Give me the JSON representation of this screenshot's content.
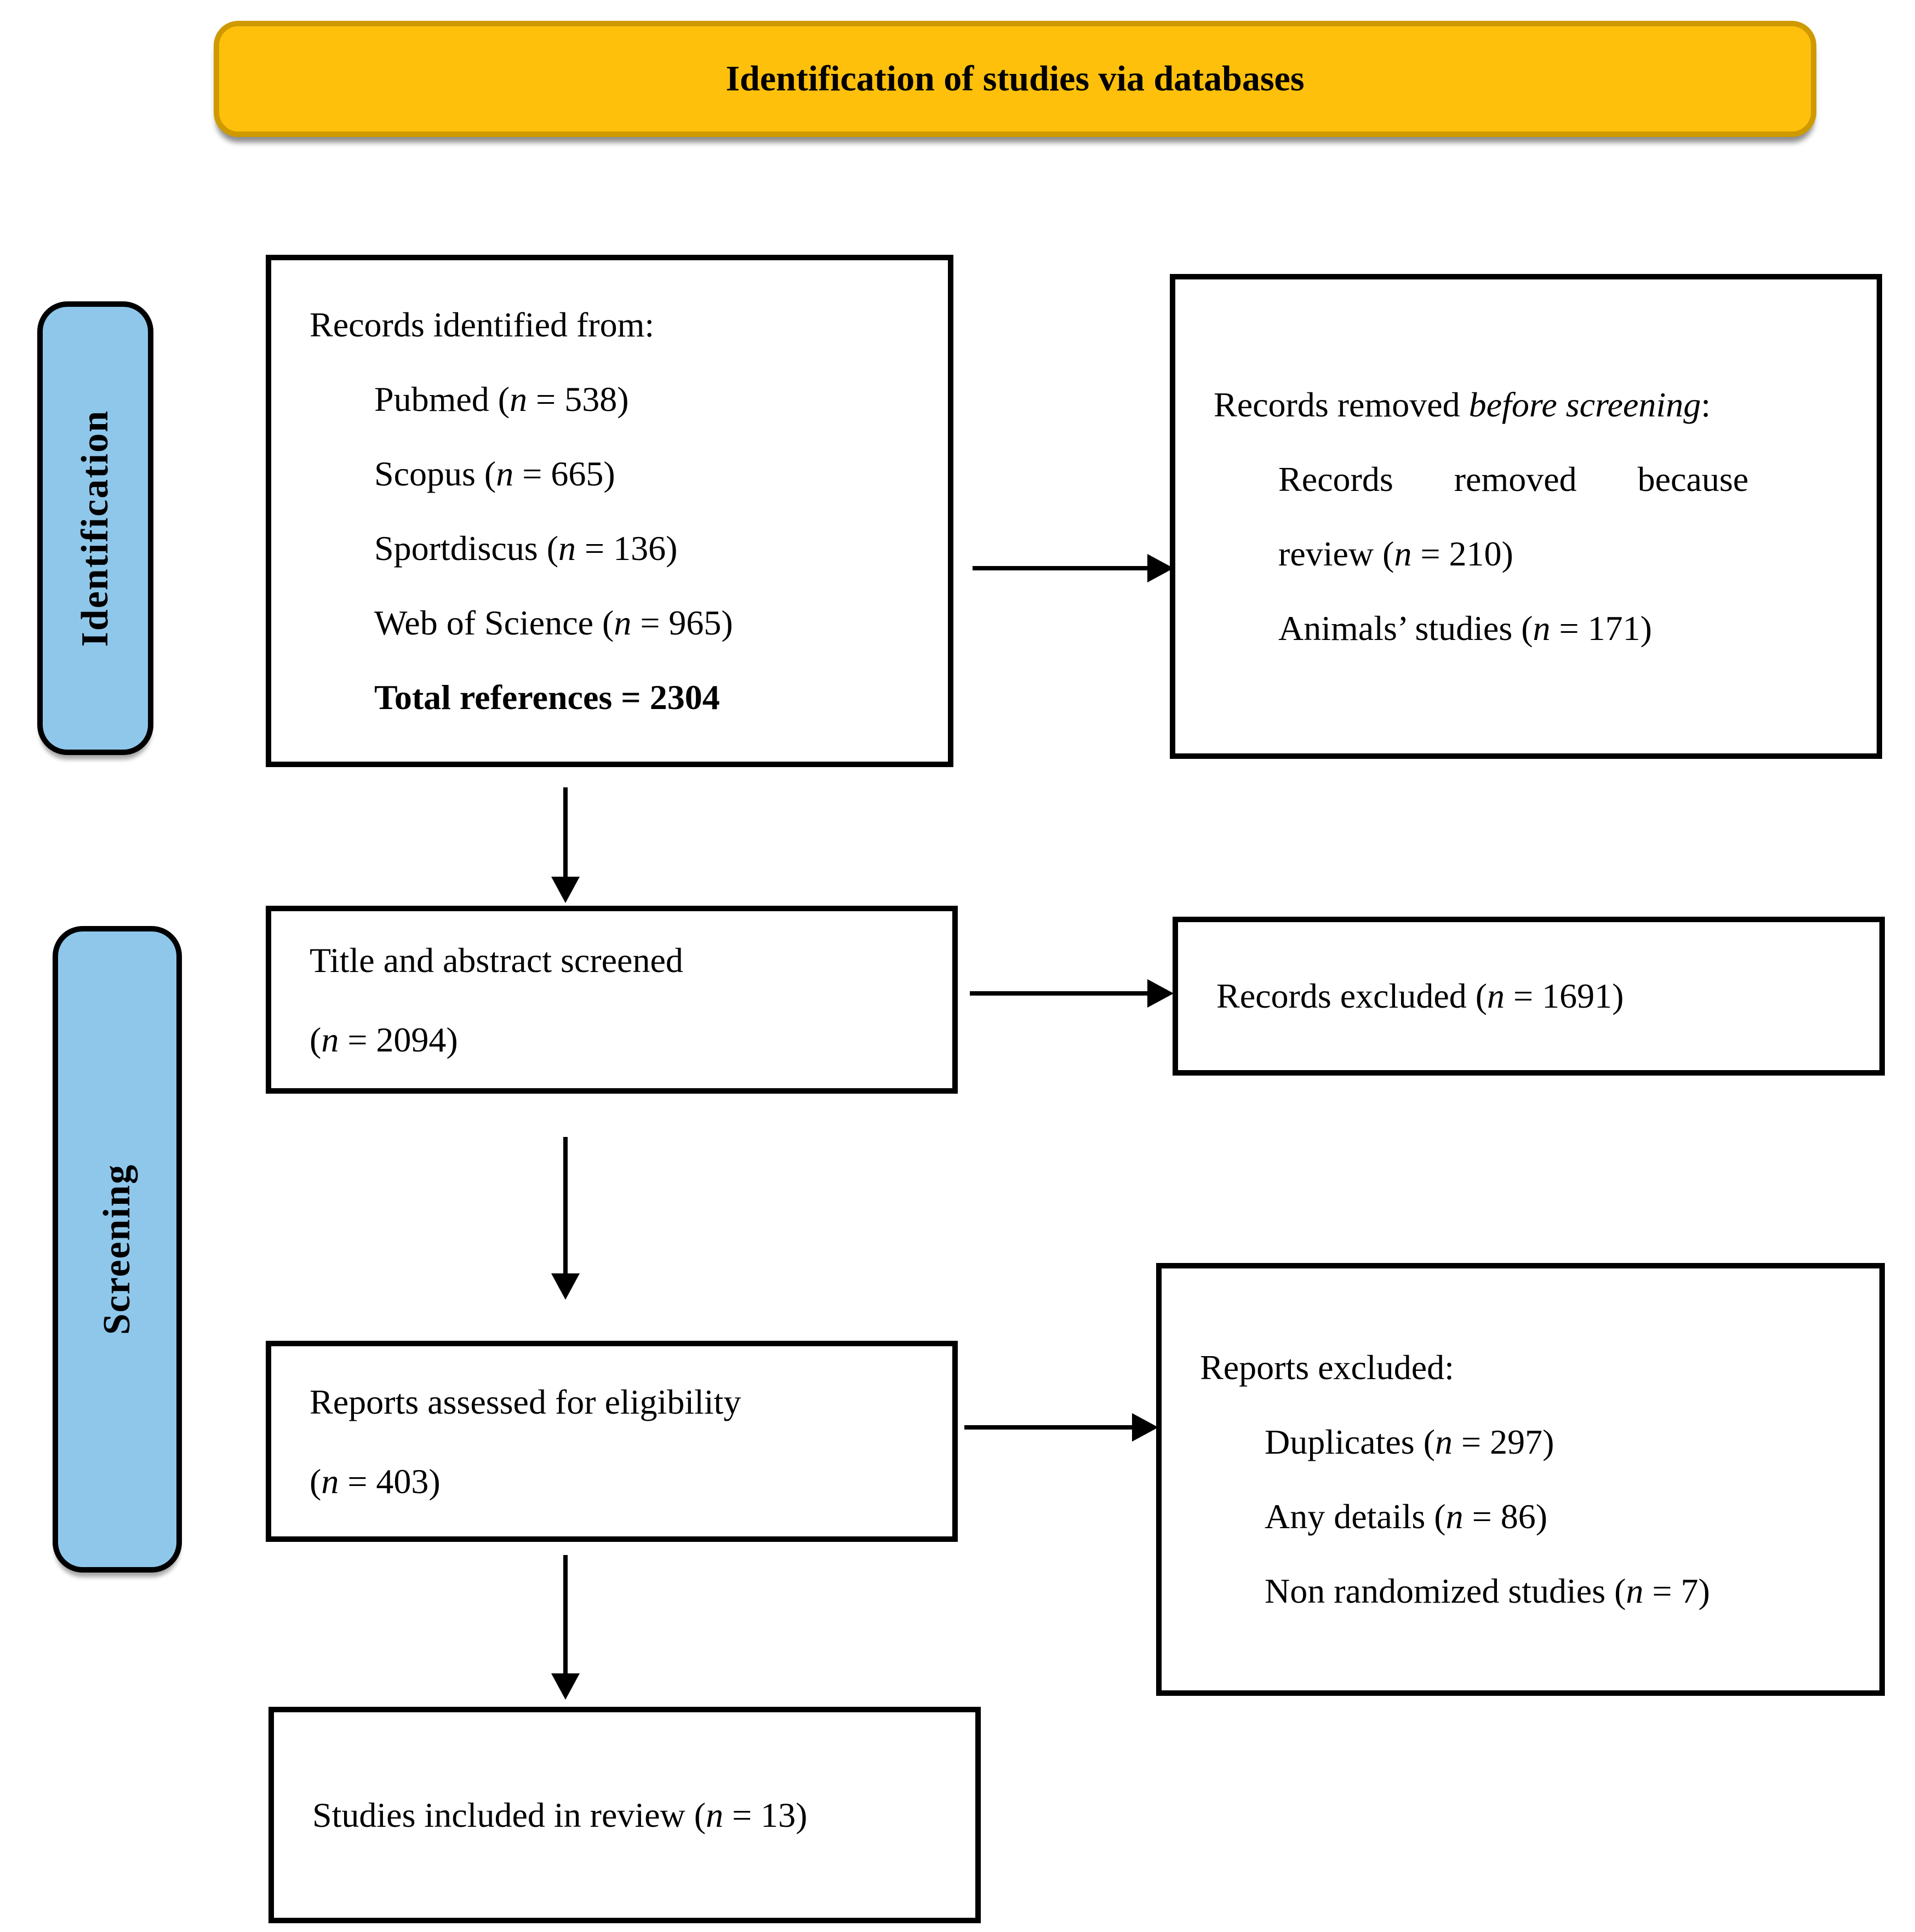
{
  "banner": {
    "title": "Identification of studies via databases"
  },
  "colors": {
    "banner_fill": "#FFC00B",
    "banner_border": "#CE9A00",
    "sidebar_fill": "#8FC7EB",
    "box_border": "#000000"
  },
  "sidebar": {
    "identification": "Identification",
    "screening": "Screening"
  },
  "boxes": {
    "identified": {
      "lines": [
        {
          "segments": [
            {
              "t": "Records identified from:"
            }
          ]
        },
        {
          "segments": [
            {
              "t": "Pubmed ("
            },
            {
              "t": "n",
              "i": true
            },
            {
              "t": " = 538)"
            }
          ]
        },
        {
          "segments": [
            {
              "t": "Scopus ("
            },
            {
              "t": "n",
              "i": true
            },
            {
              "t": " = 665)"
            }
          ]
        },
        {
          "segments": [
            {
              "t": "Sportdiscus ("
            },
            {
              "t": "n",
              "i": true
            },
            {
              "t": " = 136)"
            }
          ]
        },
        {
          "segments": [
            {
              "t": "Web of Science ("
            },
            {
              "t": "n",
              "i": true
            },
            {
              "t": " = 965)"
            }
          ]
        },
        {
          "segments": [
            {
              "t": "Total references = 2304",
              "b": true
            }
          ]
        }
      ]
    },
    "removed": {
      "lines": [
        {
          "segments": [
            {
              "t": "Records removed "
            },
            {
              "t": "before screening",
              "i": true
            },
            {
              "t": ":"
            }
          ]
        },
        {
          "segments": [
            {
              "t": "Records removed because"
            }
          ]
        },
        {
          "segments": [
            {
              "t": "review ("
            },
            {
              "t": "n",
              "i": true
            },
            {
              "t": " = 210)"
            }
          ]
        },
        {
          "segments": [
            {
              "t": "Animals’ studies ("
            },
            {
              "t": "n",
              "i": true
            },
            {
              "t": " = 171)"
            }
          ]
        }
      ]
    },
    "screened": {
      "lines": [
        {
          "segments": [
            {
              "t": "Title and abstract screened"
            }
          ]
        },
        {
          "segments": [
            {
              "t": "("
            },
            {
              "t": "n",
              "i": true
            },
            {
              "t": " = 2094)"
            }
          ]
        }
      ]
    },
    "excluded_records": {
      "lines": [
        {
          "segments": [
            {
              "t": "Records excluded ("
            },
            {
              "t": "n",
              "i": true
            },
            {
              "t": " = 1691)"
            }
          ]
        }
      ]
    },
    "assessed": {
      "lines": [
        {
          "segments": [
            {
              "t": "Reports assessed for eligibility"
            }
          ]
        },
        {
          "segments": [
            {
              "t": "("
            },
            {
              "t": "n",
              "i": true
            },
            {
              "t": " = 403)"
            }
          ]
        }
      ]
    },
    "reports_excluded": {
      "lines": [
        {
          "segments": [
            {
              "t": "Reports excluded:"
            }
          ]
        },
        {
          "segments": [
            {
              "t": "Duplicates ("
            },
            {
              "t": "n",
              "i": true
            },
            {
              "t": " = 297)"
            }
          ]
        },
        {
          "segments": [
            {
              "t": "Any details ("
            },
            {
              "t": "n",
              "i": true
            },
            {
              "t": " = 86)"
            }
          ]
        },
        {
          "segments": [
            {
              "t": "Non randomized studies ("
            },
            {
              "t": "n",
              "i": true
            },
            {
              "t": " = 7)"
            }
          ]
        }
      ]
    },
    "included": {
      "lines": [
        {
          "segments": [
            {
              "t": "Studies included in review ("
            },
            {
              "t": "n",
              "i": true
            },
            {
              "t": " = 13)"
            }
          ]
        }
      ]
    }
  }
}
